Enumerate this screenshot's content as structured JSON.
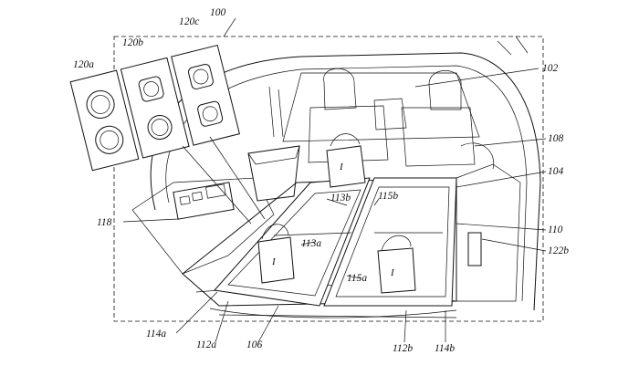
{
  "figure": {
    "ref_100": "100",
    "ref_102": "102",
    "ref_104": "104",
    "ref_106": "106",
    "ref_108": "108",
    "ref_110": "110",
    "ref_112a": "112a",
    "ref_112b": "112b",
    "ref_113a": "113a",
    "ref_113b": "113b",
    "ref_114a": "114a",
    "ref_114b": "114b",
    "ref_115a": "115a",
    "ref_115b": "115b",
    "ref_118": "118",
    "ref_120a": "120a",
    "ref_120b": "120b",
    "ref_120c": "120c",
    "ref_122b": "122b",
    "bag_mark": "I"
  }
}
